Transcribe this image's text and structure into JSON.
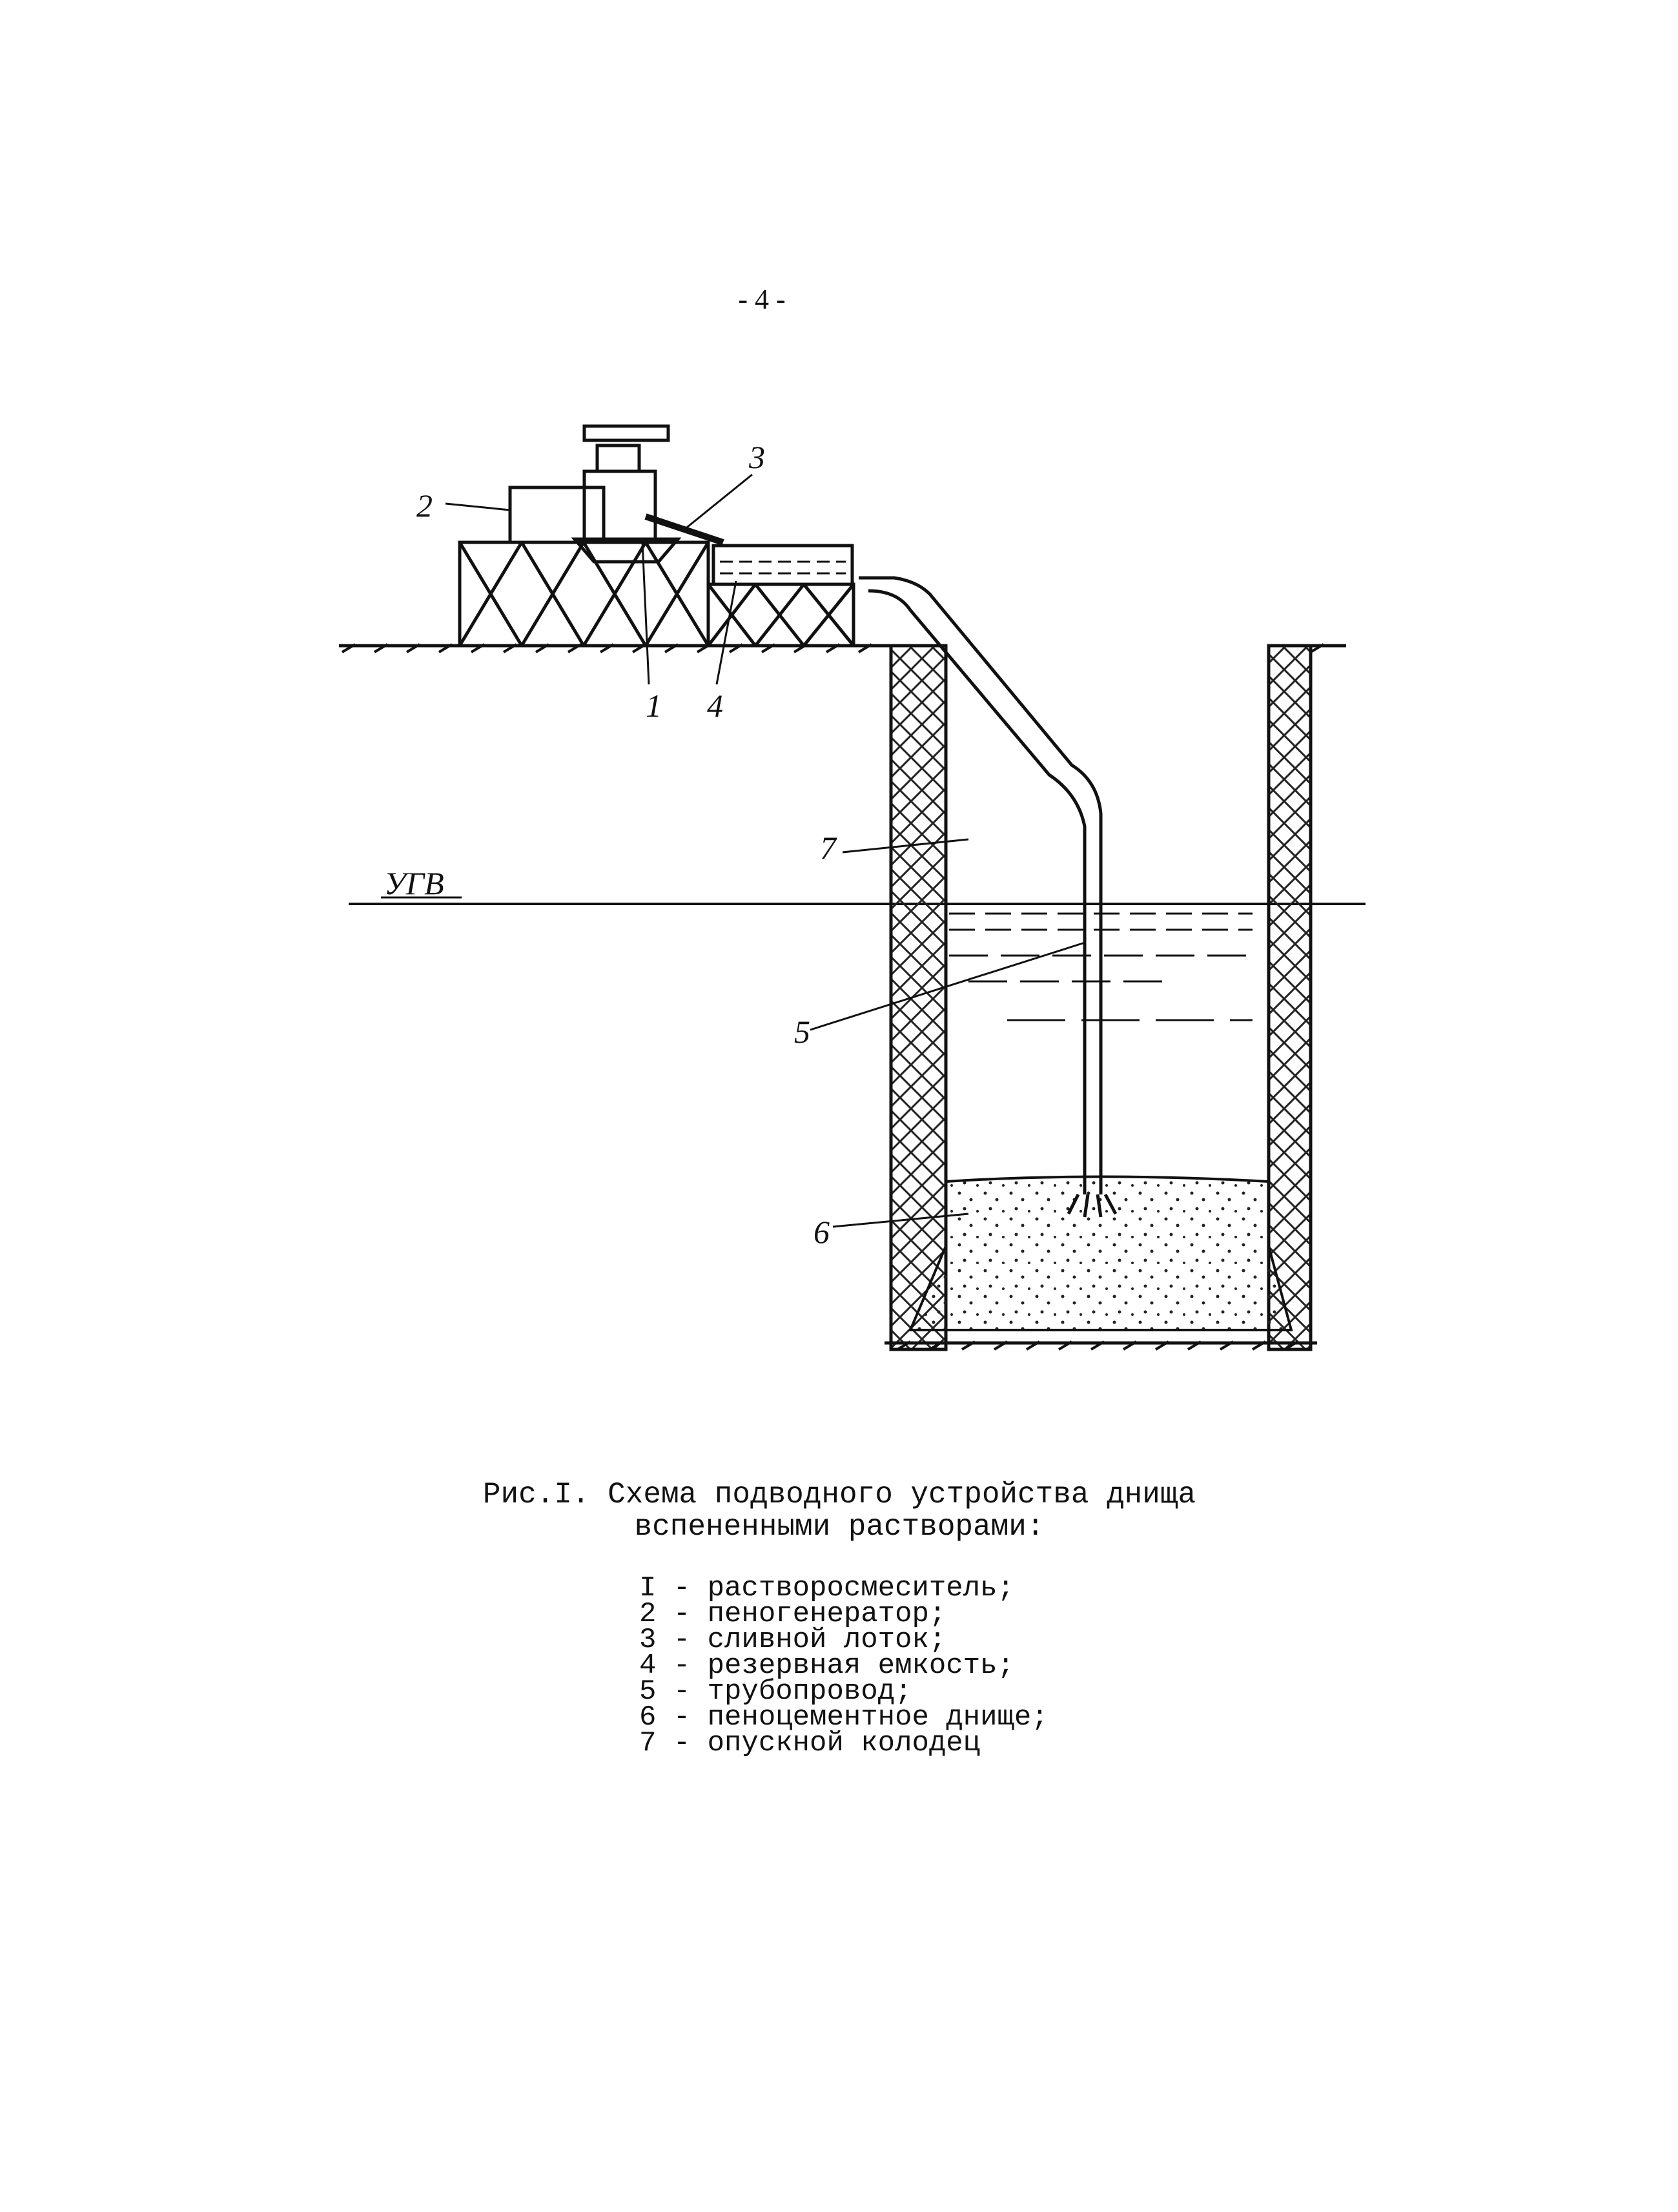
{
  "page": {
    "number": "- 4 -"
  },
  "figure": {
    "callouts": [
      "1",
      "2",
      "3",
      "4",
      "5",
      "6",
      "7"
    ],
    "groundwater_label": "УГВ"
  },
  "caption": {
    "line1": "Рис.I. Схема подводного устройства днища",
    "line2": "вспененными растворами:"
  },
  "legend": [
    {
      "num": "I",
      "text": "растворосмеситель;"
    },
    {
      "num": "2",
      "text": "пеногенератор;"
    },
    {
      "num": "3",
      "text": "сливной лоток;"
    },
    {
      "num": "4",
      "text": "резервная емкость;"
    },
    {
      "num": "5",
      "text": "трубопровод;"
    },
    {
      "num": "6",
      "text": "пеноцементное днище;"
    },
    {
      "num": "7",
      "text": "опускной колодец"
    }
  ]
}
